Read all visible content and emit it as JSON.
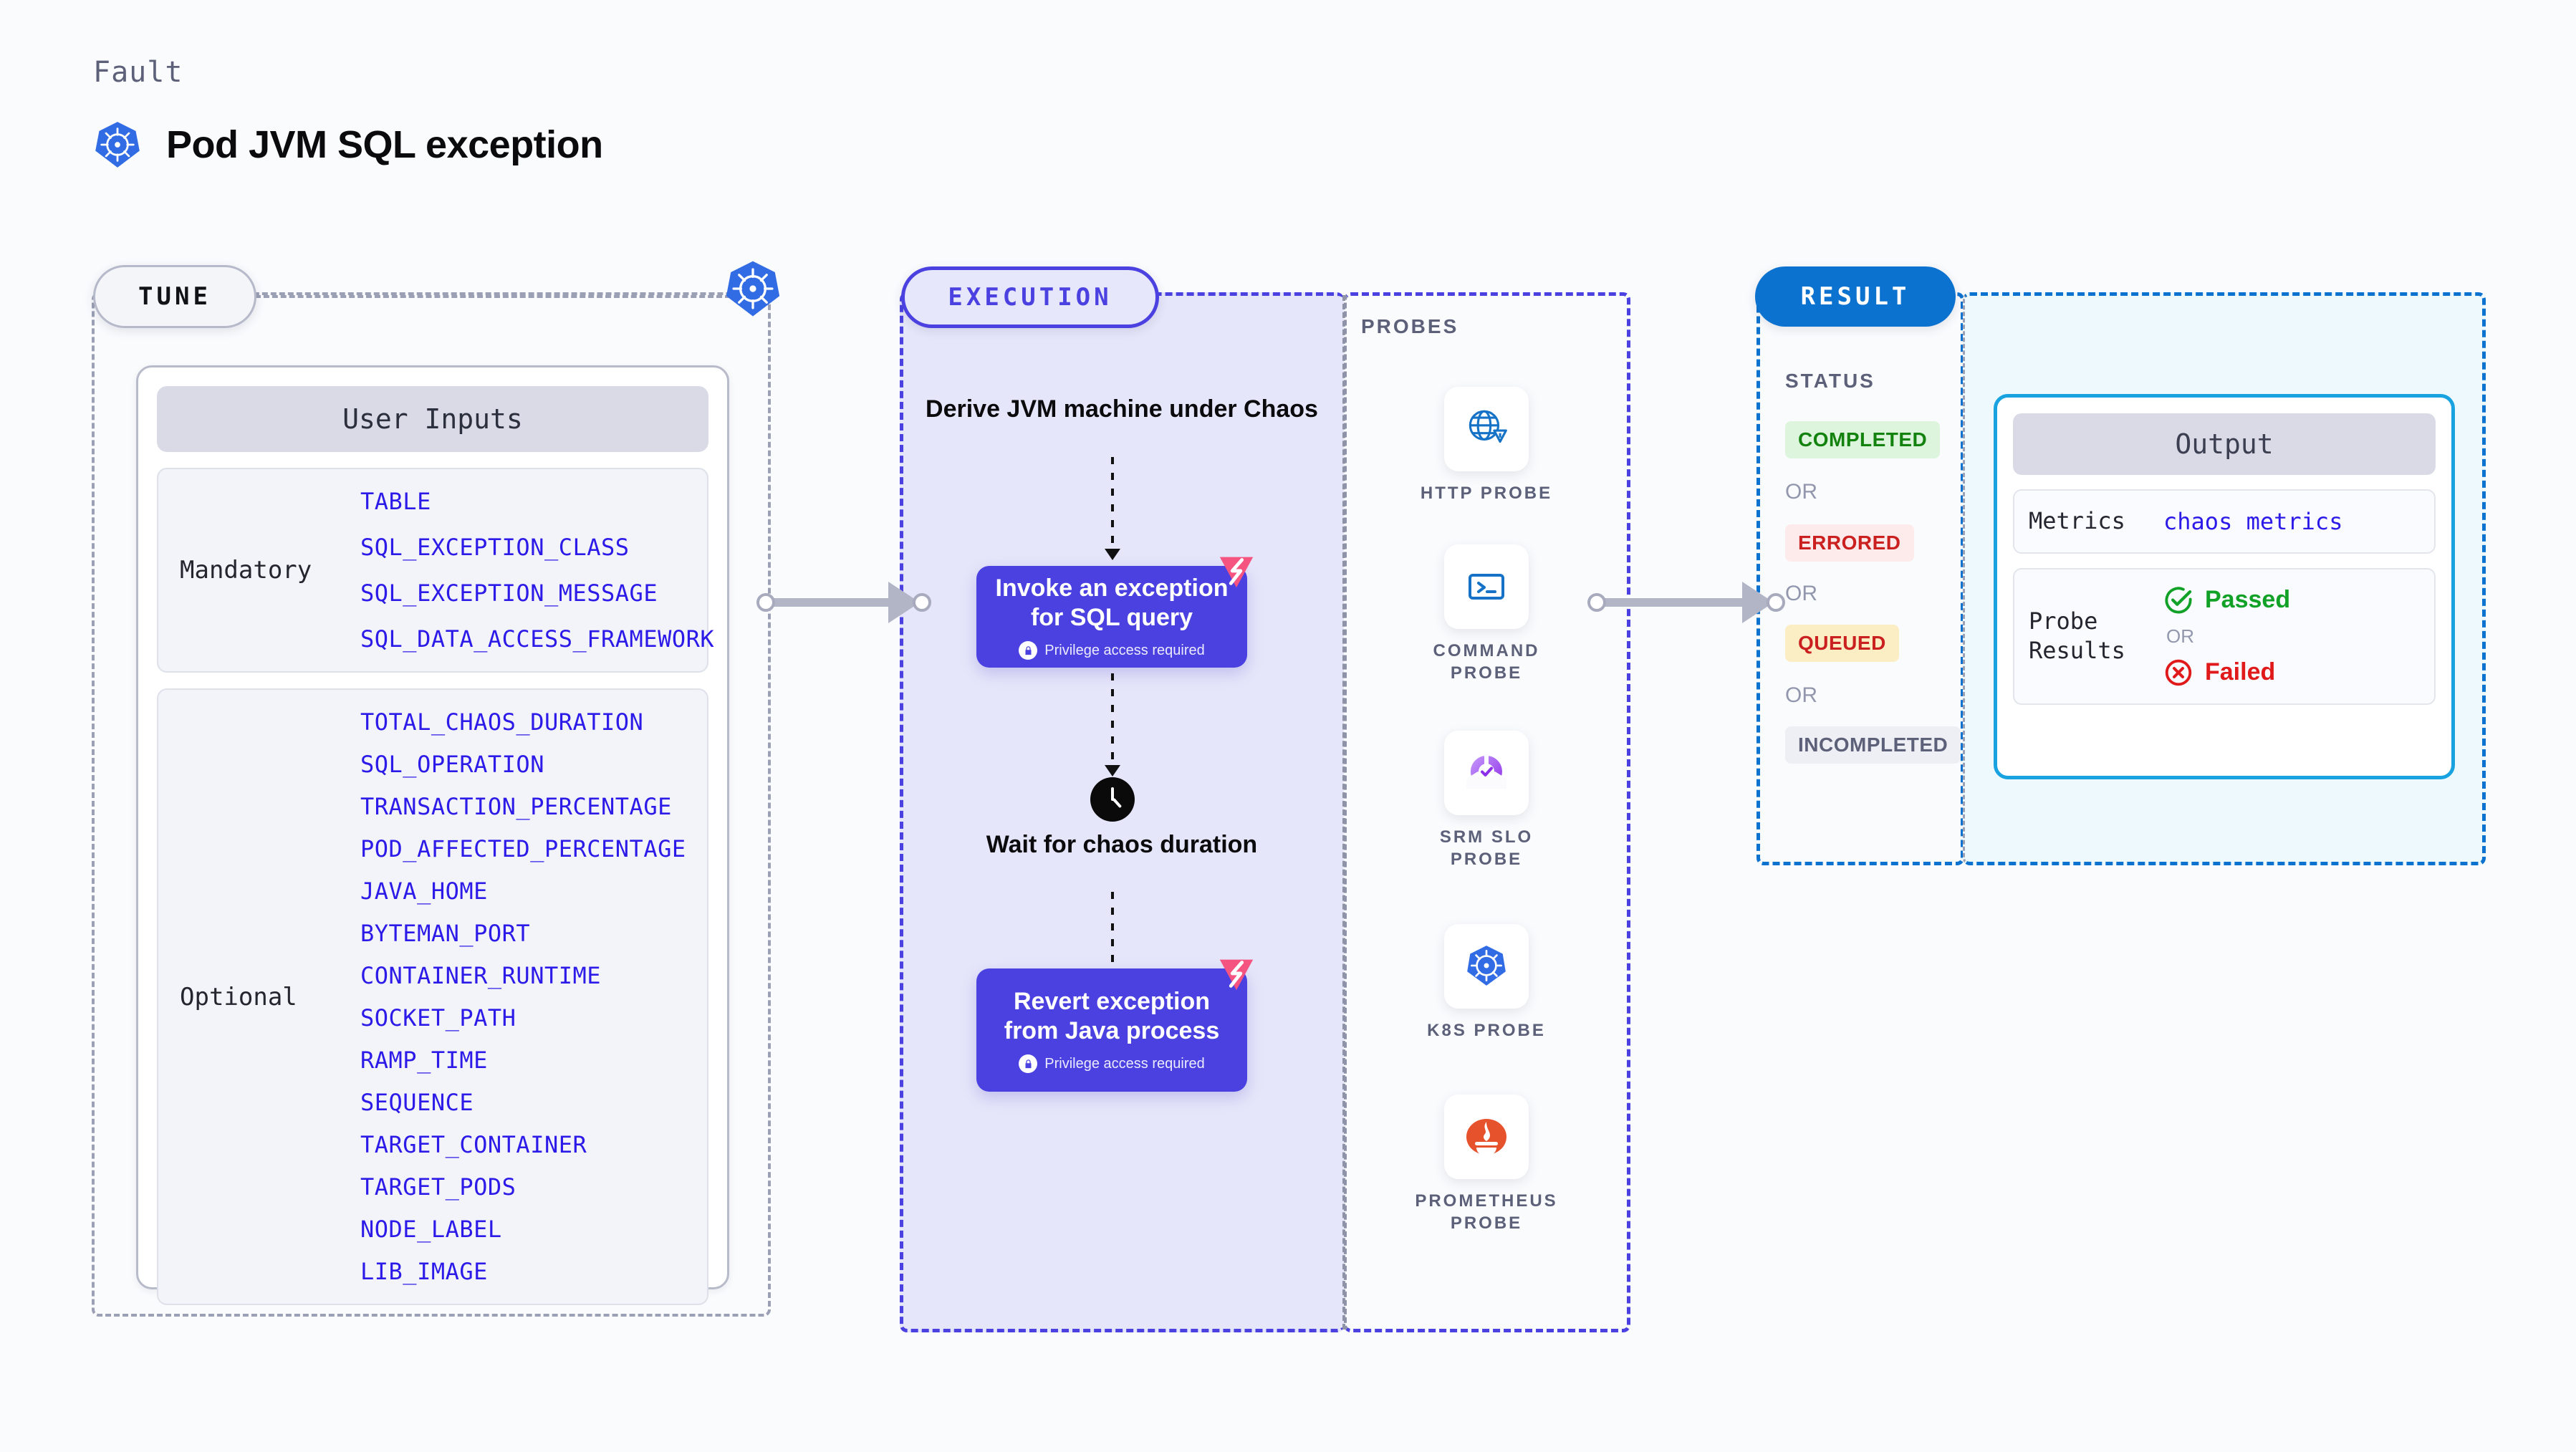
{
  "header": {
    "eyebrow": "Fault",
    "title": "Pod JVM SQL exception",
    "icon": "kubernetes-icon"
  },
  "tune": {
    "badge": "TUNE",
    "card_title": "User Inputs",
    "groups": [
      {
        "label": "Mandatory",
        "params": [
          "TABLE",
          "SQL_EXCEPTION_CLASS",
          "SQL_EXCEPTION_MESSAGE",
          "SQL_DATA_ACCESS_FRAMEWORK"
        ]
      },
      {
        "label": "Optional",
        "params": [
          "TOTAL_CHAOS_DURATION",
          "SQL_OPERATION",
          "TRANSACTION_PERCENTAGE",
          "POD_AFFECTED_PERCENTAGE",
          "JAVA_HOME",
          "BYTEMAN_PORT",
          "CONTAINER_RUNTIME",
          "SOCKET_PATH",
          "RAMP_TIME",
          "SEQUENCE",
          "TARGET_CONTAINER",
          "TARGET_PODS",
          "NODE_LABEL",
          "LIB_IMAGE"
        ]
      }
    ]
  },
  "execution": {
    "badge": "EXECUTION",
    "step1_text": "Derive JVM machine under Chaos",
    "step2_title": "Invoke an exception for SQL query",
    "step2_sub": "Privilege access required",
    "step3_text": "Wait for chaos duration",
    "step4_title": "Revert exception from Java process",
    "step4_sub": "Privilege access required"
  },
  "probes": {
    "title": "PROBES",
    "items": [
      {
        "label": "HTTP PROBE",
        "icon": "globe-warning-icon"
      },
      {
        "label": "COMMAND PROBE",
        "icon": "terminal-icon"
      },
      {
        "label": "SRM SLO PROBE",
        "icon": "srm-slo-icon"
      },
      {
        "label": "K8S PROBE",
        "icon": "kubernetes-icon"
      },
      {
        "label": "PROMETHEUS PROBE",
        "icon": "prometheus-icon"
      }
    ]
  },
  "result": {
    "badge": "RESULT",
    "status_title": "STATUS",
    "or_label": "OR",
    "statuses": [
      {
        "label": "COMPLETED",
        "bg": "#ddf5dd",
        "fg": "#14820f"
      },
      {
        "label": "ERRORED",
        "bg": "#fdeaea",
        "fg": "#cb2020"
      },
      {
        "label": "QUEUED",
        "bg": "#fbeec4",
        "fg": "#cb2020"
      },
      {
        "label": "INCOMPLETED",
        "bg": "#eeeff4",
        "fg": "#5c6079"
      }
    ]
  },
  "output": {
    "card_title": "Output",
    "metrics_key": "Metrics",
    "metrics_value": "chaos metrics",
    "probe_results_key": "Probe Results",
    "passed_label": "Passed",
    "or_label": "OR",
    "failed_label": "Failed"
  },
  "colors": {
    "brand_purple": "#4a41e0",
    "brand_blue": "#0c72cf",
    "k8s_blue": "#326ce5",
    "harness_pink": "#f4547f",
    "pass_green": "#12a127",
    "fail_red": "#e01a1a"
  }
}
